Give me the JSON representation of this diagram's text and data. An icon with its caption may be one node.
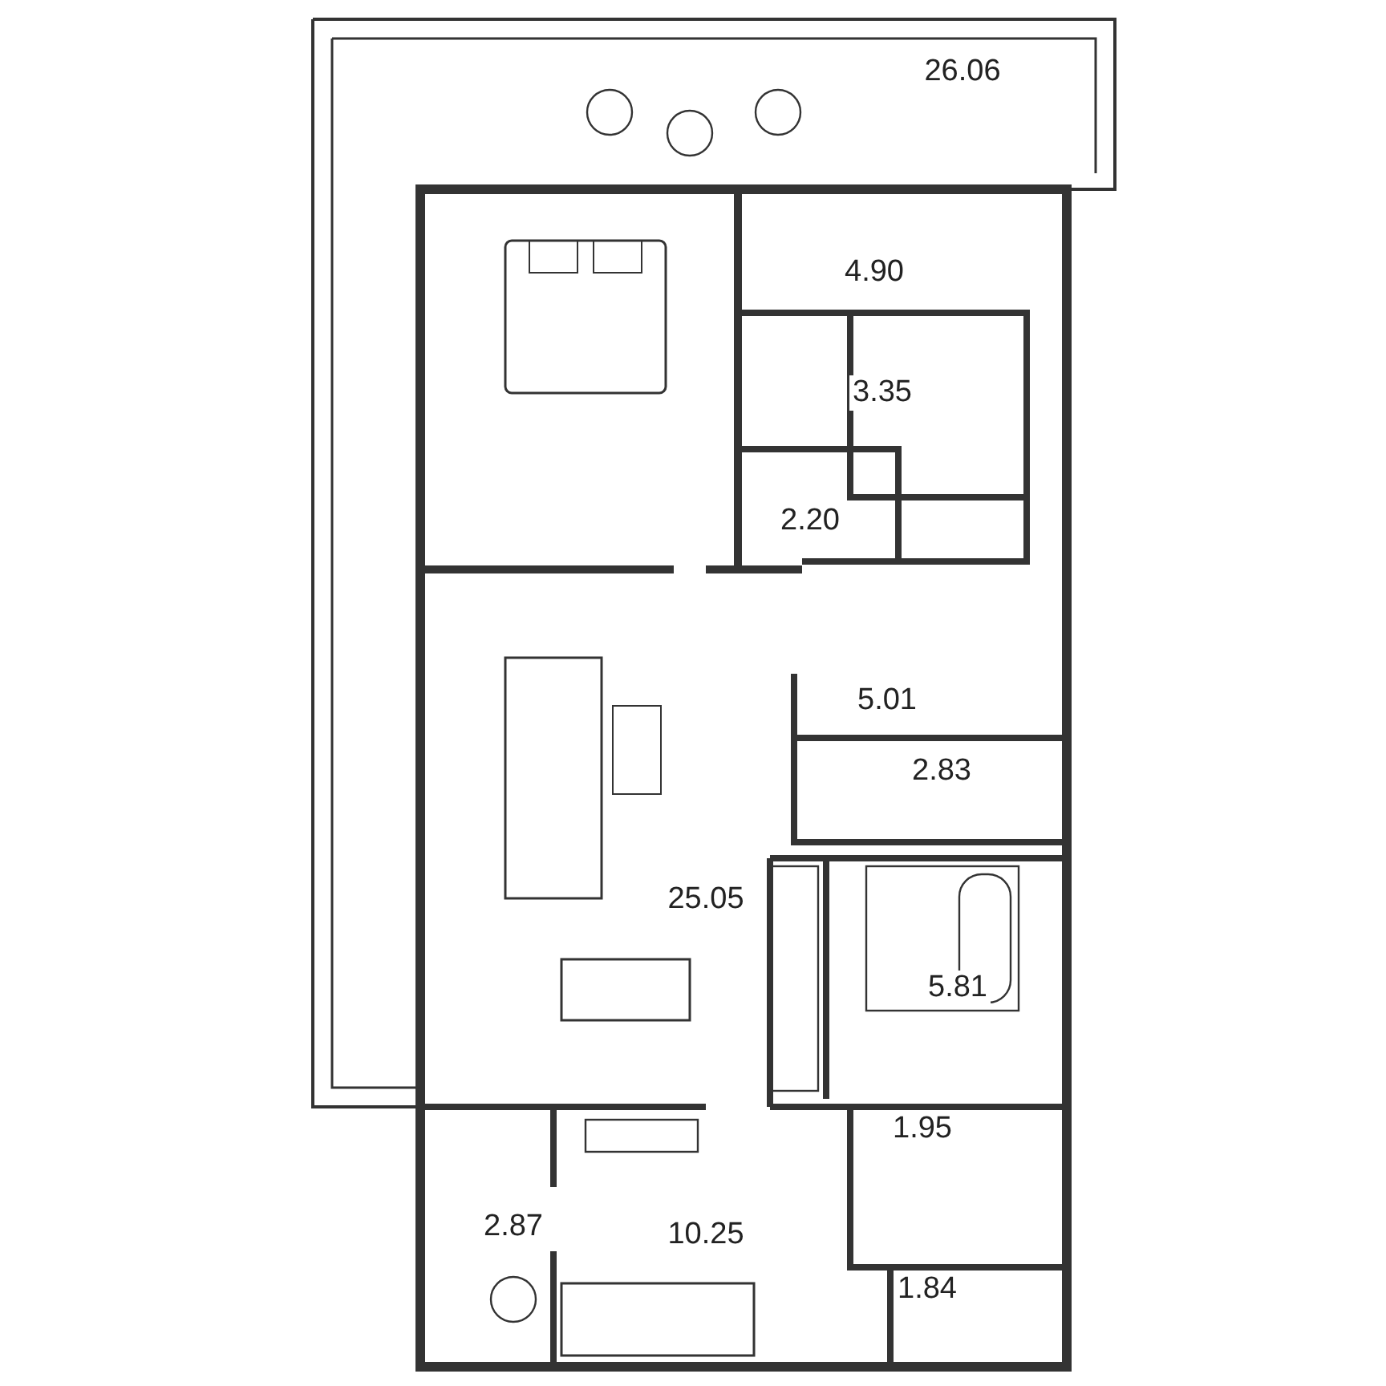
{
  "diagram": {
    "labels": [
      "26.06",
      "4.90",
      "3.35",
      "2.20",
      "5.01",
      "2.83",
      "25.05",
      "5.81",
      "1.95",
      "2.87",
      "10.25",
      "1.84"
    ]
  }
}
